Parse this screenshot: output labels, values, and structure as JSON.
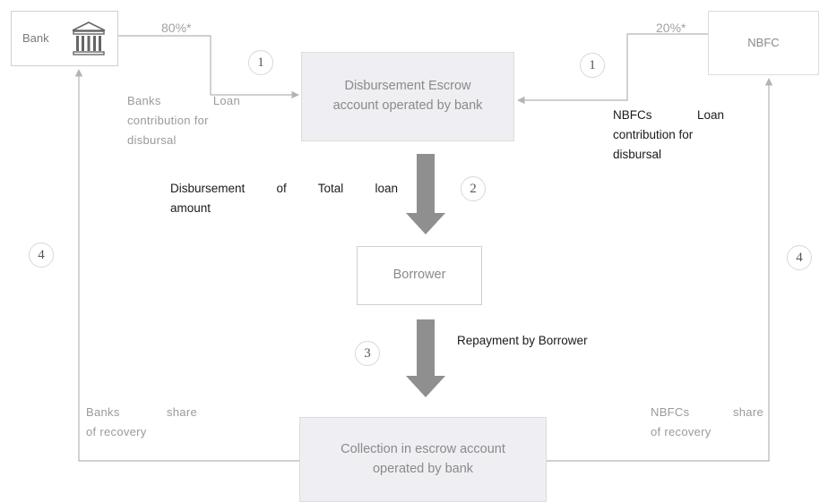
{
  "nodes": {
    "bank": "Bank",
    "nbfc": "NBFC",
    "disbursement_escrow": "Disbursement Escrow account operated by bank",
    "borrower": "Borrower",
    "collection_escrow": "Collection in escrow account operated by bank"
  },
  "shares": {
    "bank_percent": "80%*",
    "nbfc_percent": "20%*"
  },
  "labels": {
    "bank_contribution": [
      "Banks Loan",
      "contribution for",
      "disbursal"
    ],
    "nbfc_contribution": [
      "NBFCs Loan",
      "contribution for",
      "disbursal"
    ],
    "total_disbursement": [
      "Disbursement of Total loan",
      "amount"
    ],
    "repayment": "Repayment by Borrower",
    "bank_recovery": [
      "Banks share",
      "of recovery"
    ],
    "nbfc_recovery": [
      "NBFCs share",
      "of recovery"
    ]
  },
  "steps": {
    "bank_to_escrow": "1",
    "nbfc_to_escrow": "1",
    "disbursement": "2",
    "repayment": "3",
    "bank_recovery": "4",
    "nbfc_recovery": "4"
  },
  "colors": {
    "line": "#b3b3b3",
    "box_fill": "#efeff3",
    "thick_arrow": "#8f8f8f"
  }
}
